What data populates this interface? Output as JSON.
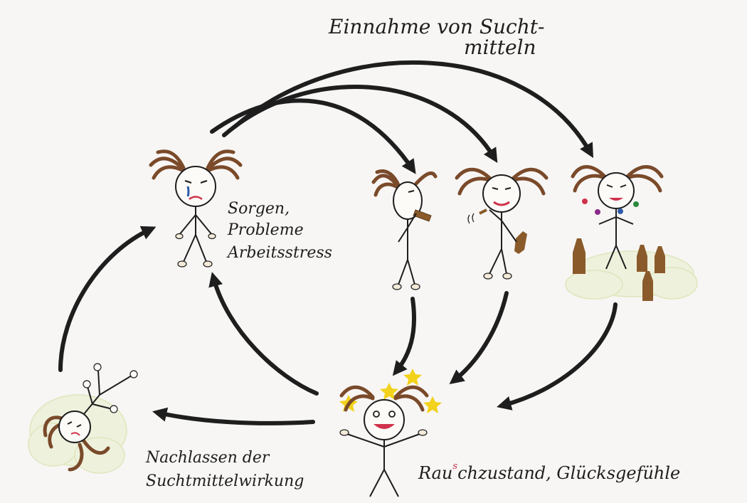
{
  "labels": {
    "intake_line1": "Einnahme von Sucht-",
    "intake_line2": "mitteln",
    "worries_line1": "Sorgen,",
    "worries_line2": "Probleme",
    "worries_line3": "Arbeitsstress",
    "high_prefix": "Rau",
    "high_insert": "s",
    "high_rest": "chzustand, Glücksgefühle",
    "fade_line1": "Nachlassen der",
    "fade_line2": "Suchtmittelwirkung"
  },
  "colors": {
    "ink": "#1e1e1e",
    "hair": "#7a4a2a",
    "bottle": "#8a5a2b",
    "star": "#f2d21b",
    "cloud": "#eef1dc",
    "mouth": "#d0324a",
    "tear": "#2f5aa8"
  }
}
